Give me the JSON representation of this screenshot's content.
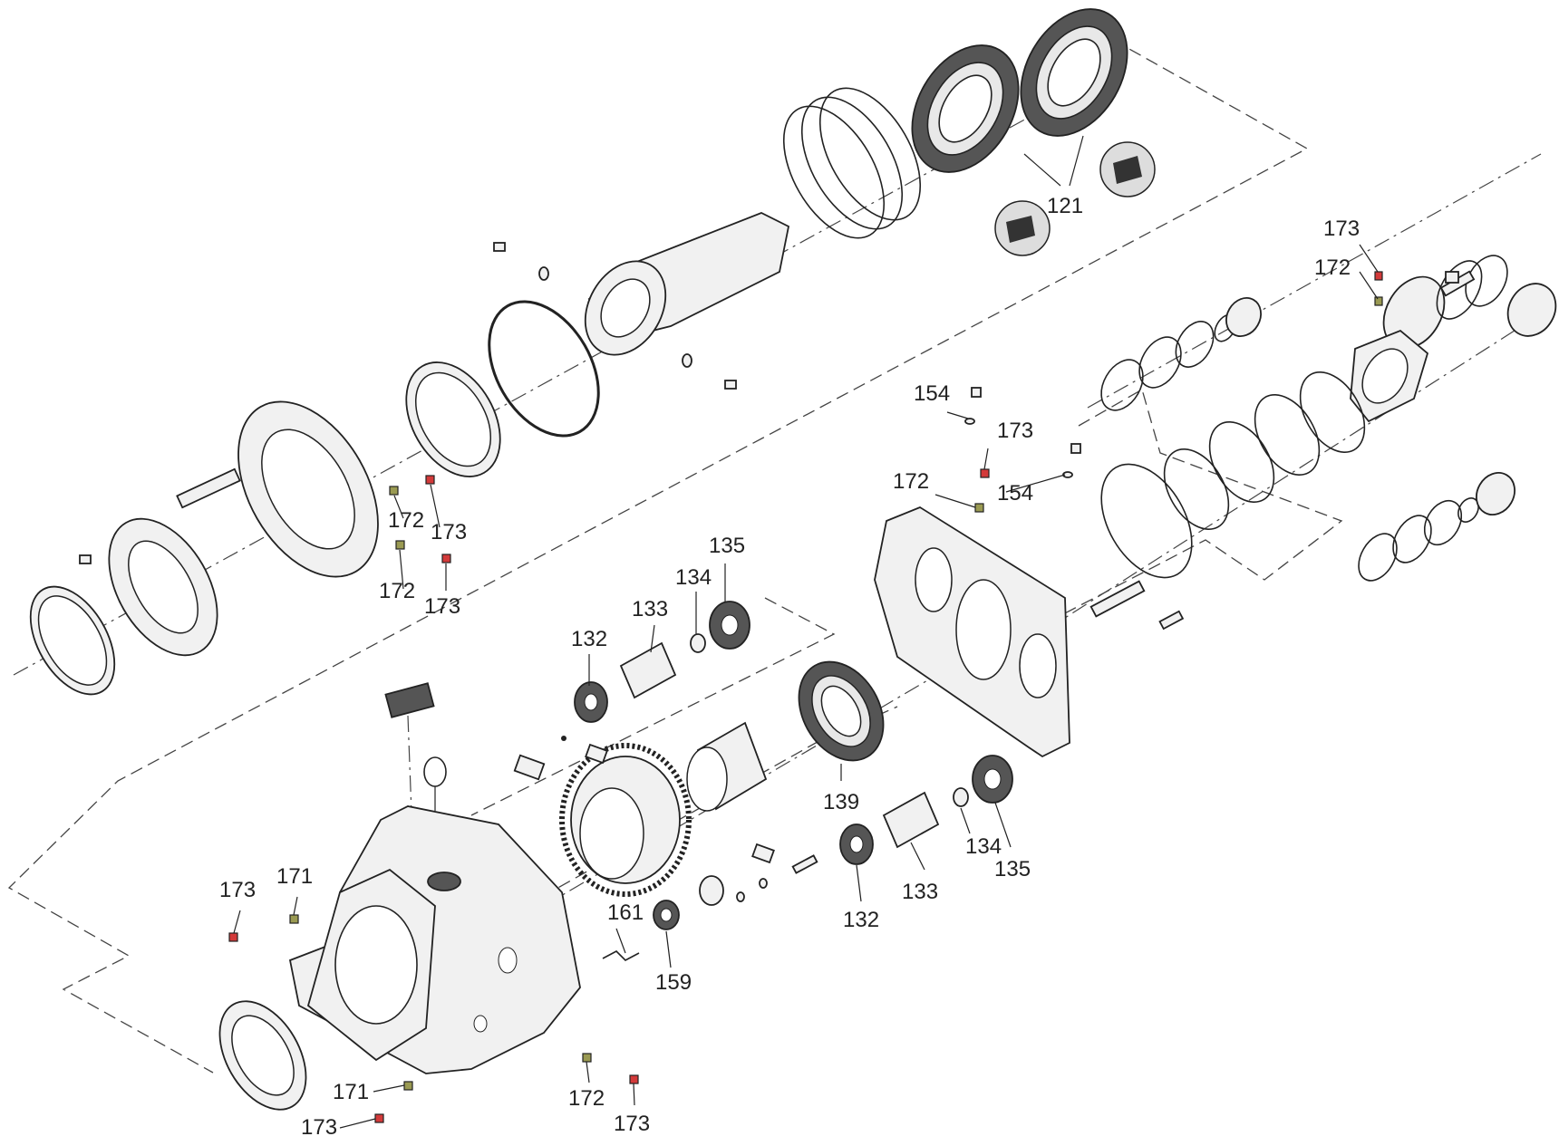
{
  "labels": {
    "p121": "121",
    "p132a": "132",
    "p133a": "133",
    "p134a": "134",
    "p135a": "135",
    "p132b": "132",
    "p133b": "133",
    "p134b": "134",
    "p135b": "135",
    "p139": "139",
    "p154a": "154",
    "p154b": "154",
    "p159": "159",
    "p161": "161",
    "p171a": "171",
    "p171b": "171",
    "p172a": "172",
    "p172b": "172",
    "p172c": "172",
    "p172d": "172",
    "p172e": "172",
    "p173a": "173",
    "p173b": "173",
    "p173c": "173",
    "p173d": "173",
    "p173e": "173",
    "p173f": "173",
    "p173g": "173"
  },
  "colors": {
    "plug_red": "#d33a3a",
    "fitting_olive": "#9a9a52",
    "bearing_dark": "#555555"
  }
}
